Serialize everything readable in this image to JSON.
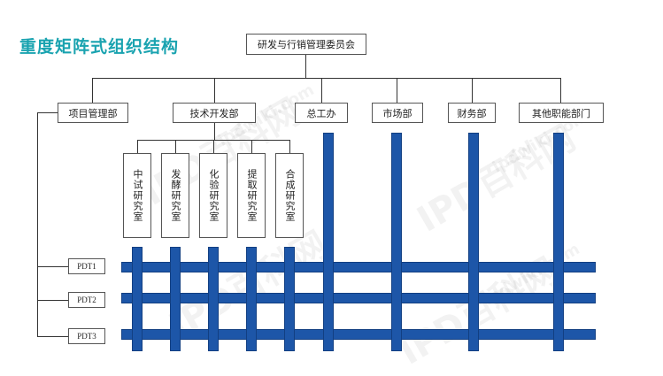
{
  "title": "重度矩阵式组织结构",
  "committee": "研发与行销管理委员会",
  "departments": {
    "project": "项目管理部",
    "tech": "技术开发部",
    "general": "总工办",
    "market": "市场部",
    "finance": "财务部",
    "other": "其他职能部门"
  },
  "labs": [
    "中试研究室",
    "发酵研究室",
    "化验研究室",
    "提取研究室",
    "合成研究室"
  ],
  "pdts": [
    "PDT1",
    "PDT2",
    "PDT3"
  ],
  "watermark": {
    "logo": "IPD百科网",
    "url": "ipdwiki.com"
  },
  "colors": {
    "title": "#1aa3b0",
    "matrix_bar": "#1d56a8"
  }
}
